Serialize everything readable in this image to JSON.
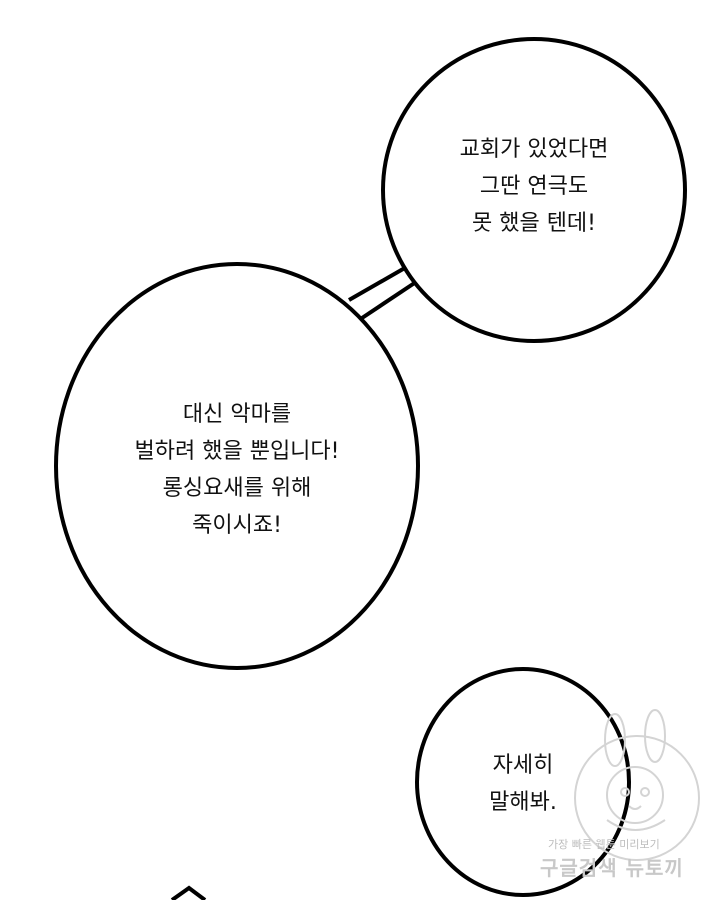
{
  "bubbles": {
    "top_right": {
      "lines": [
        "교회가 있었다면",
        "그딴 연극도",
        "못 했을 텐데!"
      ]
    },
    "left": {
      "lines": [
        "대신 악마를",
        "벌하려 했을 뿐입니다!",
        "롱싱요새를 위해",
        "죽이시죠!"
      ]
    },
    "bottom_right": {
      "lines": [
        "자세히",
        "말해봐."
      ]
    }
  },
  "watermark": {
    "small_text": "가장 빠른 웹툰 미리보기",
    "big_text": "구글검색 뉴토끼",
    "icon": "rabbit-mascot-icon"
  },
  "colors": {
    "background": "#ffffff",
    "outline": "#000000",
    "text": "#111111",
    "watermark": "#c8c8c8"
  }
}
